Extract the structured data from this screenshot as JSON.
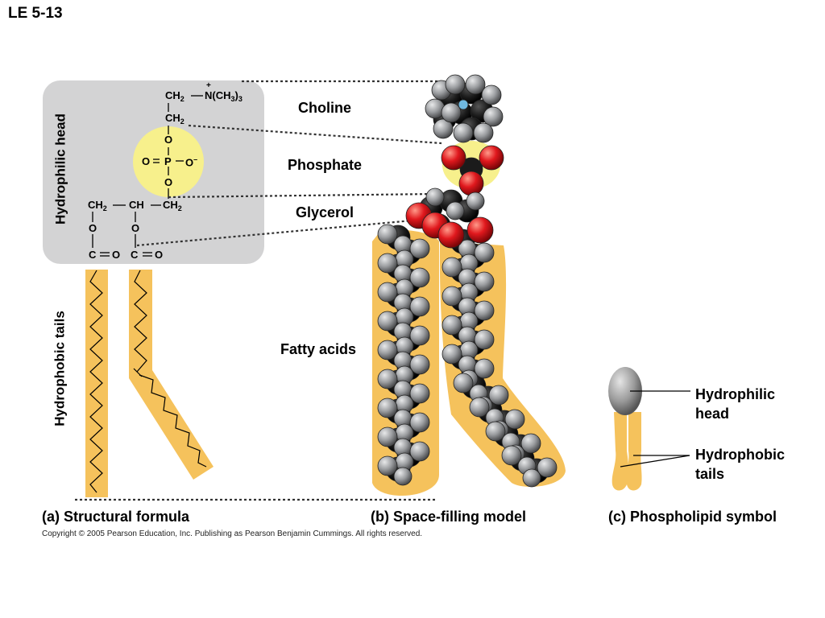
{
  "title": "LE 5-13",
  "colors": {
    "head_box": "#d3d3d4",
    "phosphate_yellow": "#f7f08c",
    "tail_orange": "#f5c25c",
    "carbon": "#1b1b1b",
    "hydrogen": "#9a9c9f",
    "oxygen": "#d8161b",
    "nitrogen": "#6fb8e0"
  },
  "structural": {
    "ch2_top": "CH",
    "n_group": "N(CH",
    "plus": "+",
    "ch2_mid": "CH",
    "o1": "O",
    "p_line_left": "O",
    "p_atom": "P",
    "p_line_right": "O",
    "o2": "O",
    "glycerol_left": "CH",
    "glycerol_mid": "CH",
    "glycerol_right": "CH",
    "o3": "O",
    "o4": "O",
    "c_left": "C",
    "o_left": "O",
    "c_right": "C",
    "o_right": "O"
  },
  "side_labels": {
    "hydrophilic": "Hydrophilic head",
    "hydrophobic": "Hydrophobic tails"
  },
  "part_labels": {
    "choline": "Choline",
    "phosphate": "Phosphate",
    "glycerol": "Glycerol",
    "fatty_acids": "Fatty acids"
  },
  "symbol_labels": {
    "head_line1": "Hydrophilic",
    "head_line2": "head",
    "tails_line1": "Hydrophobic",
    "tails_line2": "tails"
  },
  "captions": {
    "a_letter": "(a)",
    "a_text": "Structural formula",
    "b_letter": "(b)",
    "b_text": "Space-filling model",
    "c_letter": "(c)",
    "c_text": "Phospholipid symbol"
  },
  "copyright": "Copyright © 2005 Pearson Education, Inc. Publishing as Pearson Benjamin Cummings. All rights reserved."
}
